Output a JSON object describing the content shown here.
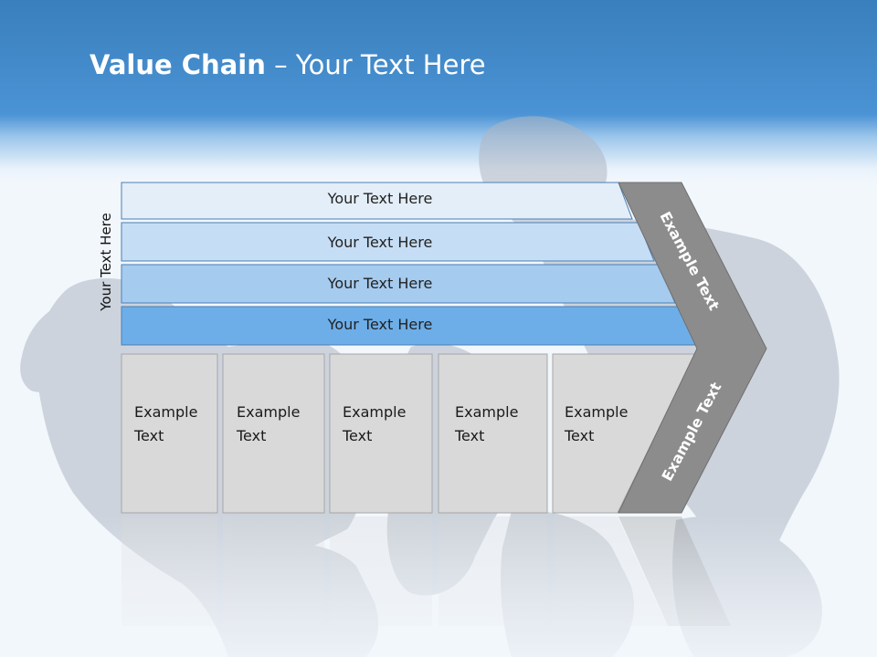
{
  "slide": {
    "title_bold": "Value Chain",
    "title_rest": " – Your Text Here",
    "side_label": "Your Text Here"
  },
  "bars": [
    {
      "label": "Your Text Here",
      "color": "#e3eef9"
    },
    {
      "label": "Your Text Here",
      "color": "#c6def5"
    },
    {
      "label": "Your Text Here",
      "color": "#a5cbef"
    },
    {
      "label": "Your Text Here",
      "color": "#6daee8"
    }
  ],
  "boxes": [
    {
      "line1": "Example",
      "line2": "Text"
    },
    {
      "line1": "Example",
      "line2": "Text"
    },
    {
      "line1": "Example",
      "line2": "Text"
    },
    {
      "line1": "Example",
      "line2": "Text"
    },
    {
      "line1": "Example",
      "line2": "Text"
    }
  ],
  "chevron": {
    "top_label": "Example Text",
    "bottom_label": "Example Text",
    "color": "#8c8c8c"
  },
  "colors": {
    "header_blue": "#4a93d4",
    "box_fill": "#d9d9d9",
    "silhouette": "#aab3c0"
  }
}
